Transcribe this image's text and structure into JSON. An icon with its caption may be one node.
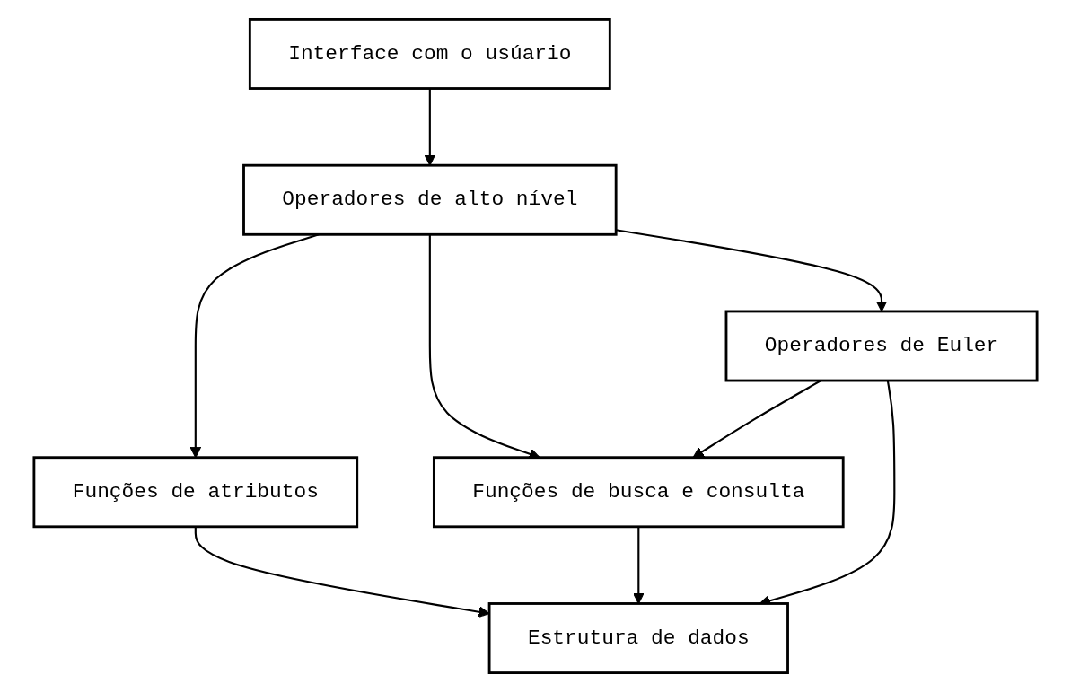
{
  "diagram": {
    "nodes": [
      {
        "text": [
          "Interface com o usúario"
        ]
      },
      {
        "text": [
          "Operadores de alto nível"
        ]
      },
      {
        "text": [
          "Funções de atributos"
        ]
      },
      {
        "text": [
          "Funções de busca e consulta"
        ]
      },
      {
        "text": [
          "Operadores de Euler"
        ]
      },
      {
        "text": [
          "Estrutura de dados"
        ]
      }
    ],
    "edges": [
      {
        "from": 0,
        "to": 1,
        "arrow": "to"
      },
      {
        "from": 1,
        "to": 2,
        "arrow": "to"
      },
      {
        "from": 1,
        "to": 3,
        "arrow": "to"
      },
      {
        "from": 1,
        "to": 4,
        "arrow": "to"
      },
      {
        "from": 4,
        "to": 3,
        "arrow": "to"
      },
      {
        "from": 2,
        "to": 5,
        "arrow": "to"
      },
      {
        "from": 3,
        "to": 5,
        "arrow": "to"
      },
      {
        "from": 4,
        "to": 5,
        "arrow": "to"
      }
    ]
  }
}
